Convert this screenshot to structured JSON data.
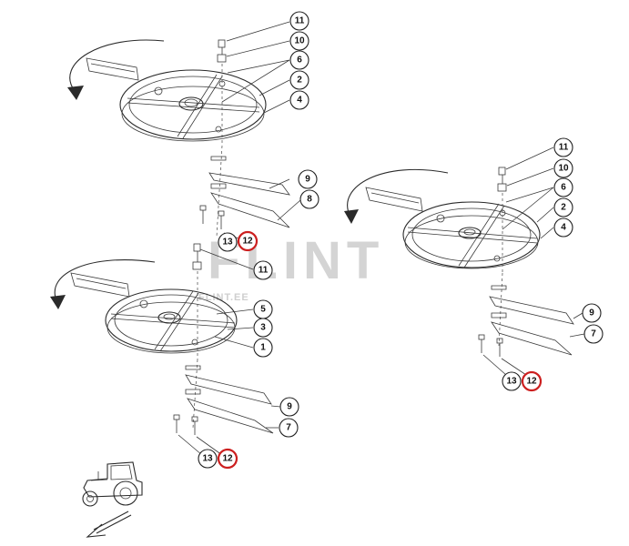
{
  "watermark": {
    "brand": "FLINT",
    "site": "FLINT.EE"
  },
  "callouts": {
    "top": [
      "11",
      "10",
      "6",
      "2",
      "4",
      "9",
      "8",
      "12",
      "13"
    ],
    "left": [
      "11",
      "5",
      "3",
      "1",
      "9",
      "7",
      "13",
      "12"
    ],
    "right": [
      "11",
      "10",
      "6",
      "2",
      "4",
      "9",
      "7",
      "13",
      "12"
    ]
  },
  "highlight_color": "#cc1f1f"
}
